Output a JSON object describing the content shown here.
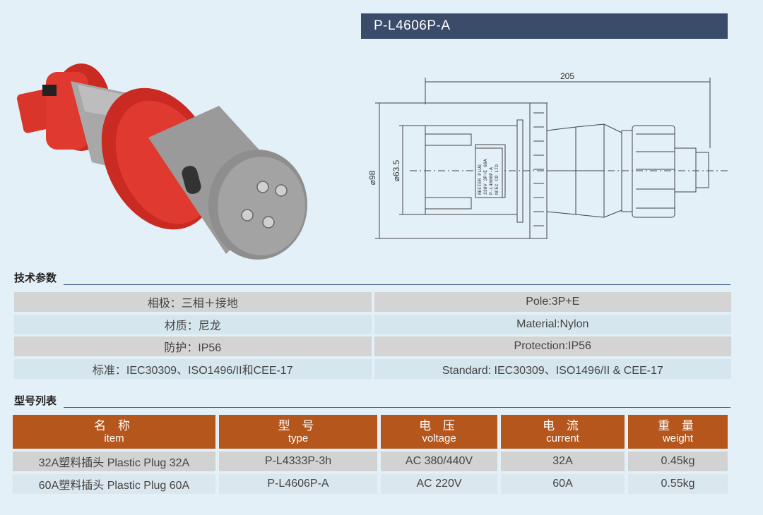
{
  "model_banner": "P-L4606P-A",
  "drawing": {
    "dim_length": "205",
    "dim_outer_dia": "⌀98",
    "dim_inner_dia": "⌀63.5",
    "label_lines": [
      "REFFER PLUG",
      "230V 3P+E 60A",
      "P-L4606P-A",
      "NFEC CO LTD"
    ]
  },
  "spec_section": {
    "title": "技术参数",
    "rows": [
      {
        "zh": "相极：三相＋接地",
        "en": "Pole:3P+E"
      },
      {
        "zh": "材质：尼龙",
        "en": "Material:Nylon"
      },
      {
        "zh": "防护：IP56",
        "en": "Protection:IP56"
      },
      {
        "zh": "标准：IEC30309、ISO1496/II和CEE-17",
        "en": "Standard: IEC30309、ISO1496/II & CEE-17"
      }
    ]
  },
  "model_section": {
    "title": "型号列表",
    "headers": [
      {
        "zh": "名 称",
        "en": "item"
      },
      {
        "zh": "型 号",
        "en": "type"
      },
      {
        "zh": "电 压",
        "en": "voltage"
      },
      {
        "zh": "电 流",
        "en": "current"
      },
      {
        "zh": "重 量",
        "en": "weight"
      }
    ],
    "rows": [
      [
        "32A塑料插头  Plastic Plug 32A",
        "P-L4333P-3h",
        "AC 380/440V",
        "32A",
        "0.45kg"
      ],
      [
        "60A塑料插头 Plastic Plug 60A",
        "P-L4606P-A",
        "AC 220V",
        "60A",
        "0.55kg"
      ]
    ]
  },
  "colors": {
    "banner": "#3b4c6b",
    "header_orange": "#b5561d",
    "plug_red": "#d9352b",
    "plug_grey": "#9a9a9a"
  }
}
